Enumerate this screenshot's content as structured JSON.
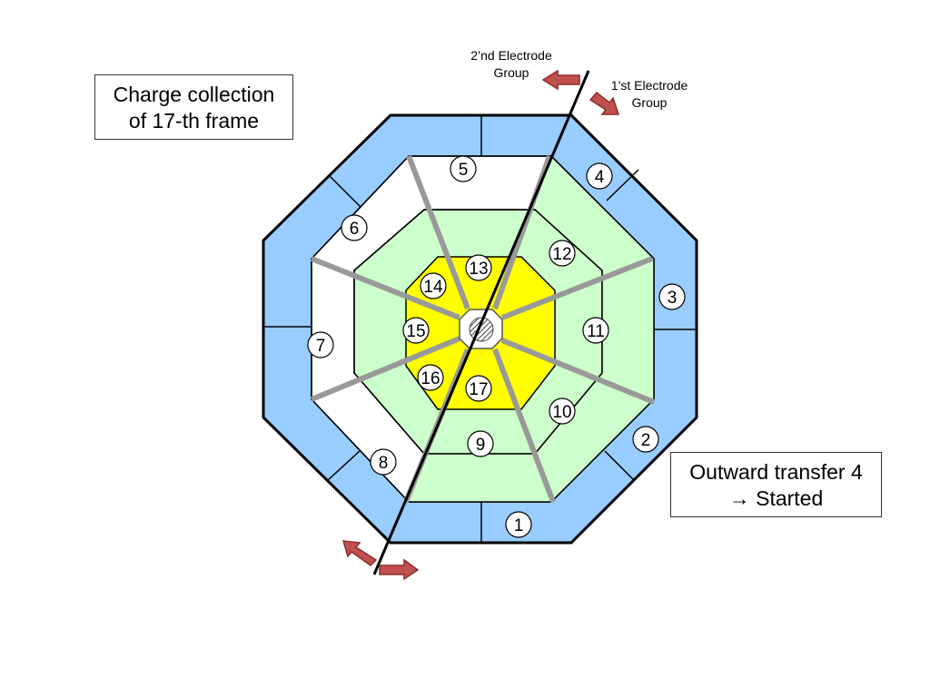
{
  "title_box": {
    "line1": "Charge collection",
    "line2": "of 17-th frame"
  },
  "status_box": {
    "line1": "Outward transfer 4",
    "line2": "→ Started"
  },
  "second_group": {
    "line1": "2’nd Electrode",
    "line2": "Group"
  },
  "first_group": {
    "line1": "1’st Electrode",
    "line2": "Group"
  },
  "labels": [
    "1",
    "2",
    "3",
    "4",
    "5",
    "6",
    "7",
    "8",
    "9",
    "10",
    "11",
    "12",
    "13",
    "14",
    "15",
    "16",
    "17"
  ],
  "colors": {
    "outer_ring": "#99ccff",
    "middle_ring": "#ffffff",
    "inner_ring": "#ccffcc",
    "core": "#ffff00",
    "spoke": "#999999",
    "arrow": "#c0504d",
    "arrow_stroke": "#8b2e2b",
    "outline": "#000000"
  },
  "icons": {
    "center": "hatched-octagon-icon",
    "arrows": "block-arrow-icon"
  }
}
